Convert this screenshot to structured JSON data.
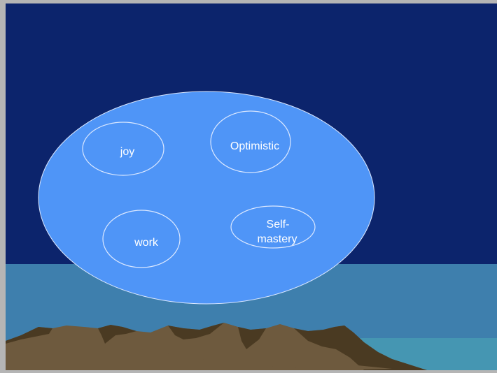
{
  "colors": {
    "frame": "#b5b5b5",
    "sky": "#0c246c",
    "sea": "#3e7fad",
    "sea_light": "#4596b2",
    "mountain": "#6e5a3e",
    "mountain_shadow": "#4a3a22",
    "main_ellipse_fill": "#4f95f7",
    "ellipse_stroke": "#dbe8ff",
    "label_text": "#ffffff"
  },
  "diagram": {
    "bubbles": [
      {
        "id": "joy",
        "lines": [
          "joy"
        ]
      },
      {
        "id": "optimistic",
        "lines": [
          "Optimistic"
        ]
      },
      {
        "id": "work",
        "lines": [
          "work"
        ]
      },
      {
        "id": "self-mastery",
        "lines": [
          "Self-",
          "mastery"
        ]
      }
    ]
  }
}
